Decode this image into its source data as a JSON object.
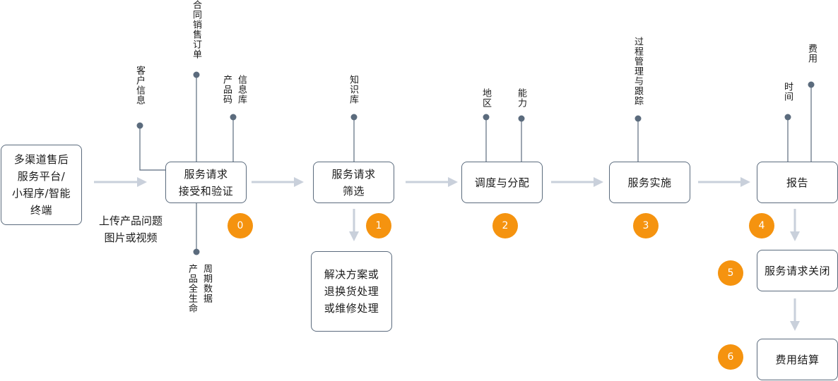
{
  "nodes": {
    "channels": "多渠道售后\n服务平台/\n小程序/智能\n终端",
    "receive": "服务请求\n接受和验证",
    "screen": "服务请求\n筛选",
    "solution": "解决方案或\n退换货处理\n或维修处理",
    "dispatch": "调度与分配",
    "implement": "服务实施",
    "report": "报告",
    "close": "服务请求关闭",
    "settle": "费用结算"
  },
  "badges": [
    "0",
    "1",
    "2",
    "3",
    "4",
    "5",
    "6"
  ],
  "labels": {
    "upload": "上传产品问题\n图片或视频",
    "customer_info": "客户信息",
    "contract": "合同销售订单",
    "product_code": "产品码",
    "info_lib": "信息库",
    "lifecycle_data": "周期数据",
    "lifecycle": "产品全生命",
    "knowledge": "知识库",
    "region": "地区",
    "capability": "能力",
    "process": "过程管理与跟踪",
    "time": "时间",
    "cost": "费用"
  },
  "colors": {
    "arrow": "#c9d0db",
    "stem": "#5b6b7d",
    "badge": "#f5930f"
  }
}
